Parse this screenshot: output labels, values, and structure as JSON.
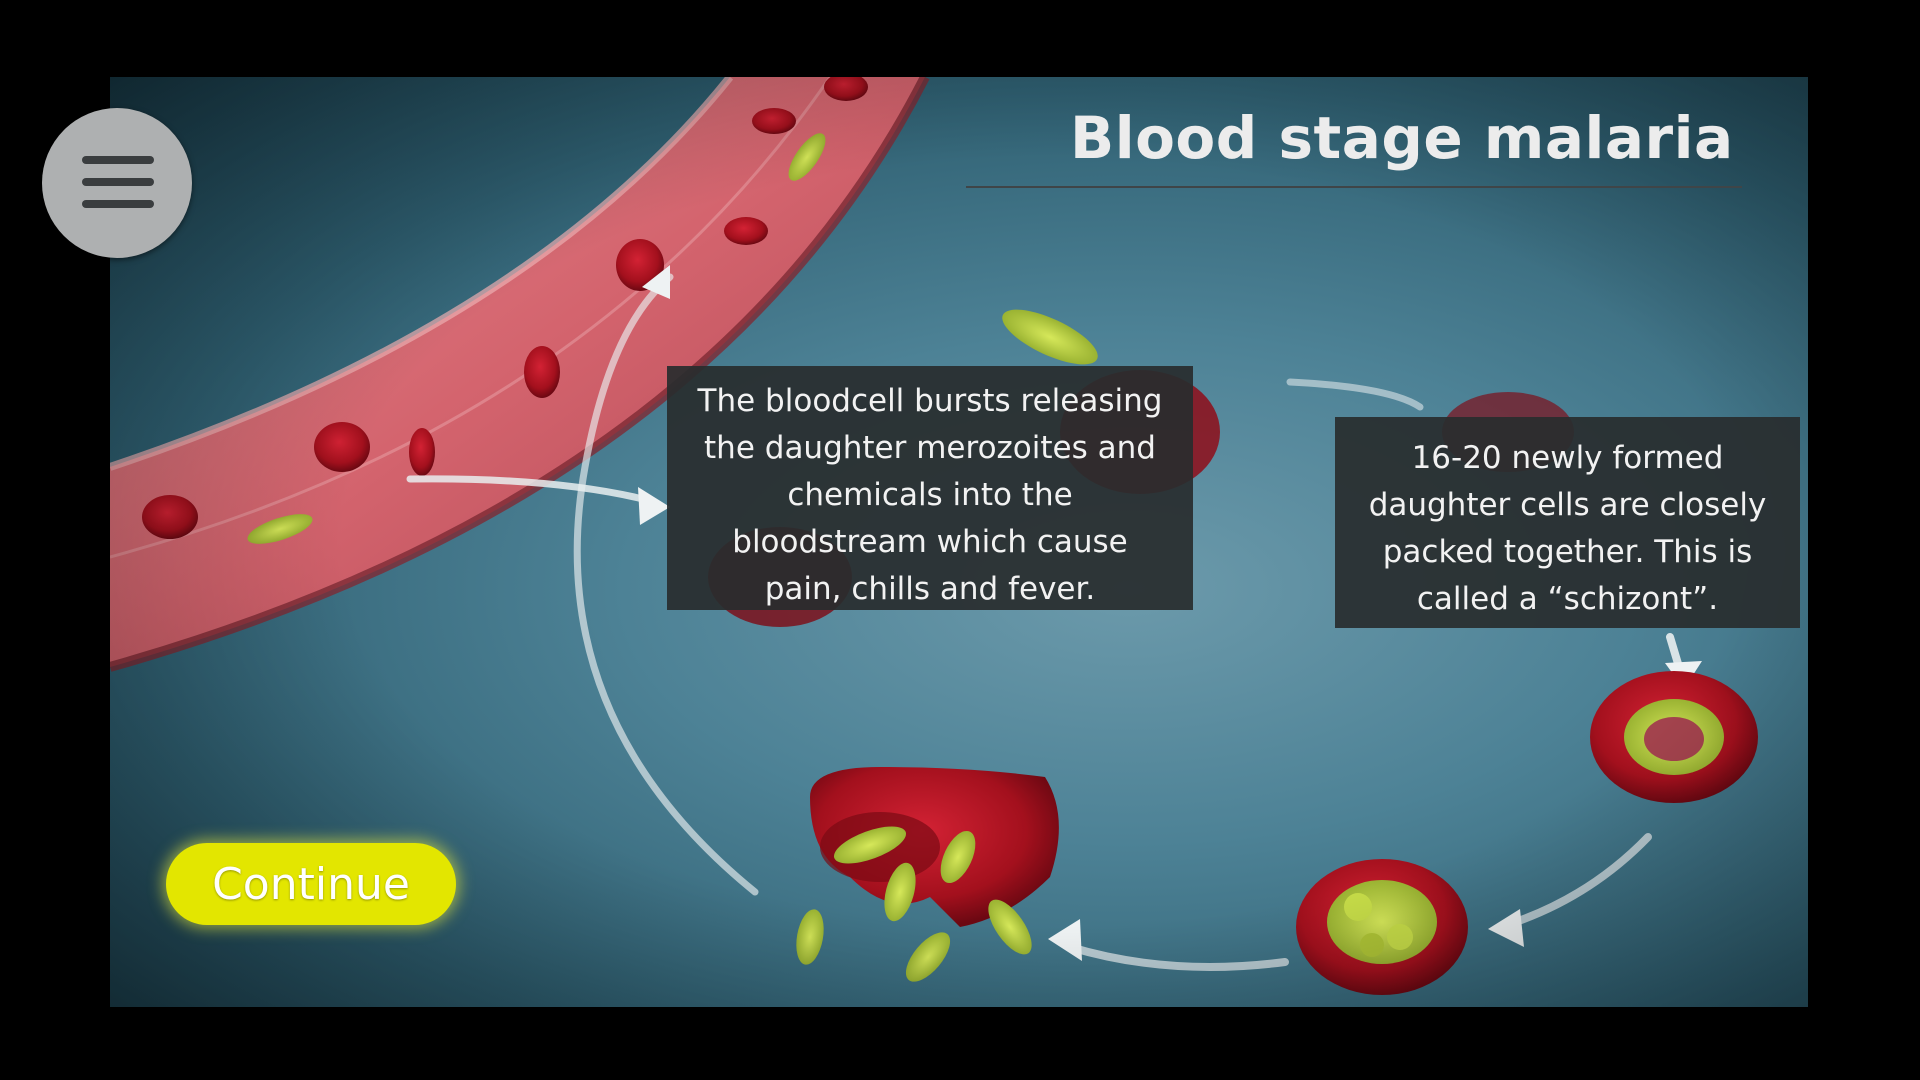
{
  "screen": {
    "title": "Blood stage malaria",
    "icons": {
      "menu": "hamburger-menu-icon"
    }
  },
  "captions": {
    "burst": "The bloodcell bursts releasing\nthe daughter merozoites and\nchemicals into the\nbloodstream which cause\npain, chills and fever.",
    "schizont": "16-20 newly formed\ndaughter cells are closely\npacked together. This is\ncalled a “schizont”."
  },
  "actions": {
    "continue_label": "Continue"
  },
  "colors": {
    "continue_button": "#e3e600",
    "caption_background": "#2c2f31",
    "vessel": "#d86a72",
    "red_blood_cell": "#b3121f",
    "parasite": "#b9d43a"
  }
}
